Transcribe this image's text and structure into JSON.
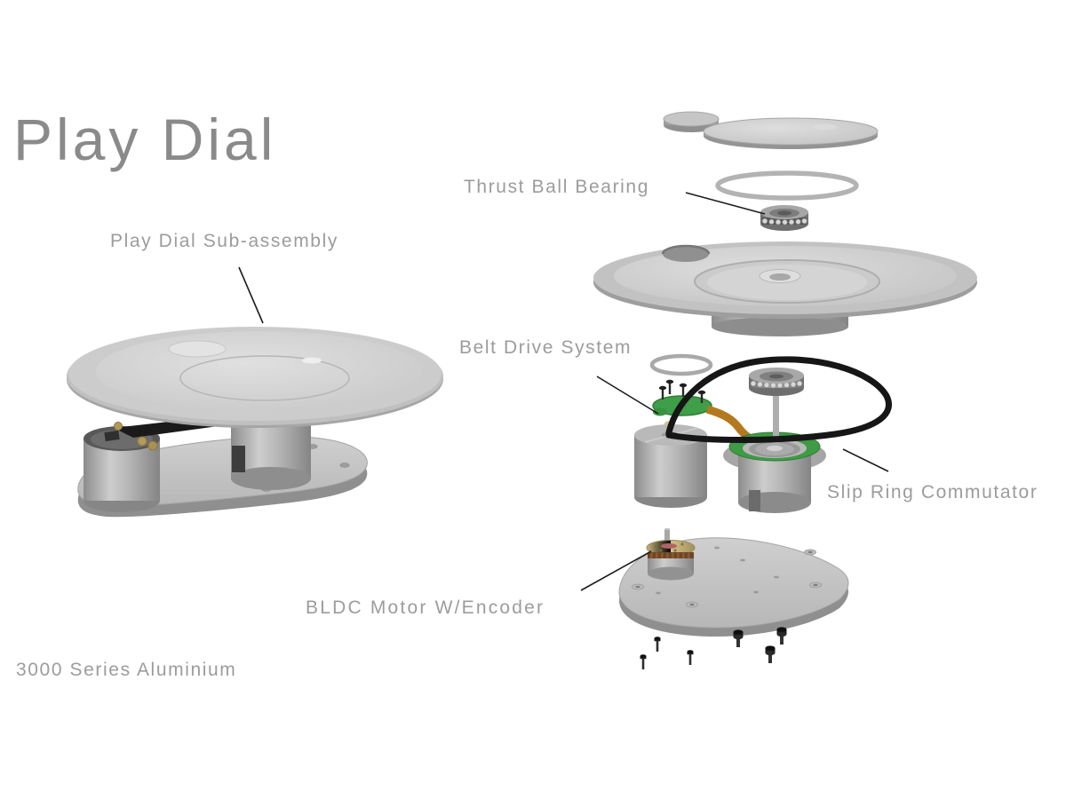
{
  "page": {
    "title": "Play Dial",
    "material_note": "3000 Series Aluminium"
  },
  "callouts": {
    "sub_assembly": "Play Dial Sub-assembly",
    "thrust_ball_bearing": "Thrust Ball Bearing",
    "belt_drive_system": "Belt Drive System",
    "slip_ring_commutator": "Slip Ring Commutator",
    "bldc_motor": "BLDC Motor W/Encoder"
  },
  "colors": {
    "background": "#ffffff",
    "title_text": "#8a8a8a",
    "label_text": "#9c9c9c",
    "leader_line": "#1c1c1c",
    "aluminium_light": "#d6d6d6",
    "aluminium_mid": "#b2b2b2",
    "aluminium_dark": "#8a8a8a",
    "pcb_green": "#3f9e48",
    "slip_ring_green": "#3f9b45",
    "belt_black": "#161616",
    "flex_cable_orange": "#b4791e",
    "brass_gold": "#b39a5c",
    "motor_cap_gold": "#c0ad74"
  }
}
